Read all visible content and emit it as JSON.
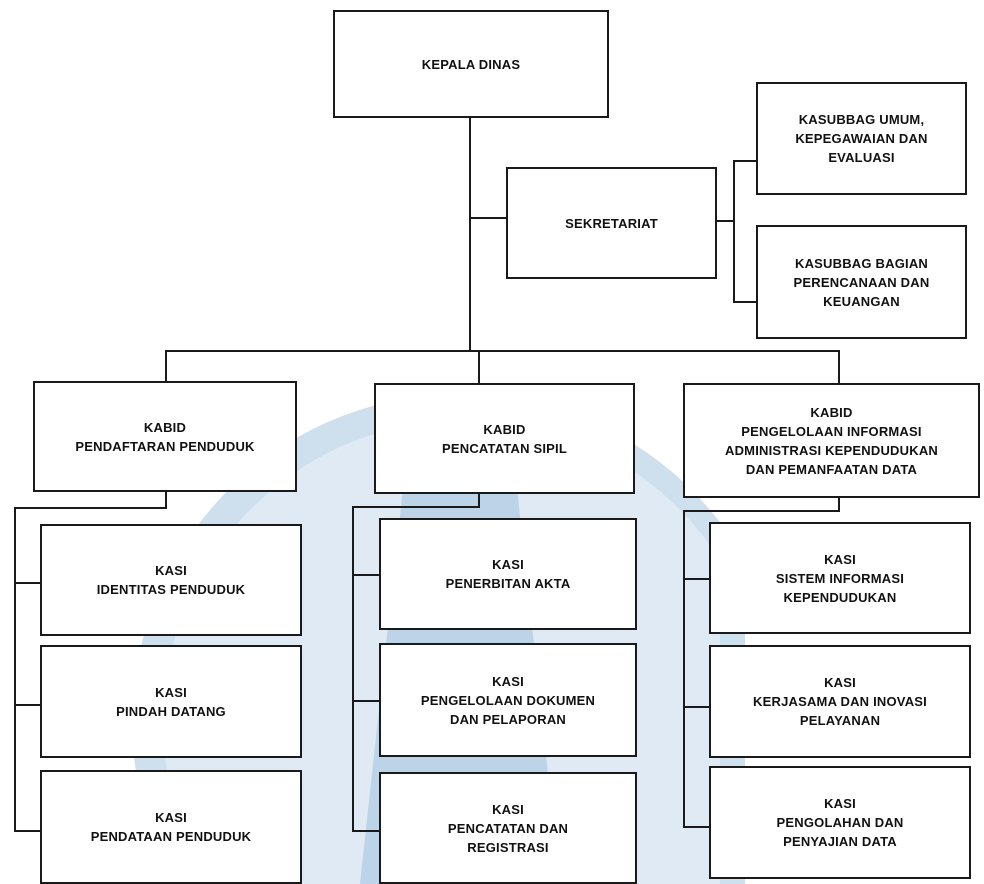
{
  "colors": {
    "line": "#1a1a1a",
    "watermark": "#1f6fb3"
  },
  "nodes": {
    "kepala": {
      "l1": "KEPALA DINAS"
    },
    "sekretariat": {
      "l1": "SEKRETARIAT"
    },
    "kasubbag_umum": {
      "l1": "KASUBBAG UMUM,",
      "l2": "KEPEGAWAIAN DAN",
      "l3": "EVALUASI"
    },
    "kasubbag_bagian": {
      "l1": "KASUBBAG BAGIAN",
      "l2": "PERENCANAAN DAN",
      "l3": "KEUANGAN"
    },
    "kabid_pendaftaran": {
      "l1": "KABID",
      "l2": "PENDAFTARAN PENDUDUK"
    },
    "kabid_pencatatan": {
      "l1": "KABID",
      "l2": "PENCATATAN SIPIL"
    },
    "kabid_pengelolaan": {
      "l1": "KABID",
      "l2": "PENGELOLAAN INFORMASI",
      "l3": "ADMINISTRASI KEPENDUDUKAN",
      "l4": "DAN PEMANFAATAN DATA"
    },
    "kasi_identitas": {
      "l1": "KASI",
      "l2": "IDENTITAS PENDUDUK"
    },
    "kasi_pindah": {
      "l1": "KASI",
      "l2": "PINDAH DATANG"
    },
    "kasi_pendataan": {
      "l1": "KASI",
      "l2": "PENDATAAN PENDUDUK"
    },
    "kasi_akta": {
      "l1": "KASI",
      "l2": "PENERBITAN AKTA"
    },
    "kasi_dokumen": {
      "l1": "KASI",
      "l2": "PENGELOLAAN  DOKUMEN",
      "l3": "DAN PELAPORAN"
    },
    "kasi_registrasi": {
      "l1": "KASI",
      "l2": "PENCATATAN DAN",
      "l3": "REGISTRASI"
    },
    "kasi_sistem": {
      "l1": "KASI",
      "l2": "SISTEM INFORMASI",
      "l3": "KEPENDUDUKAN"
    },
    "kasi_kerjasama": {
      "l1": "KASI",
      "l2": "KERJASAMA DAN INOVASI",
      "l3": "PELAYANAN"
    },
    "kasi_pengolahan": {
      "l1": "KASI",
      "l2": "PENGOLAHAN DAN",
      "l3": "PENYAJIAN DATA"
    }
  }
}
